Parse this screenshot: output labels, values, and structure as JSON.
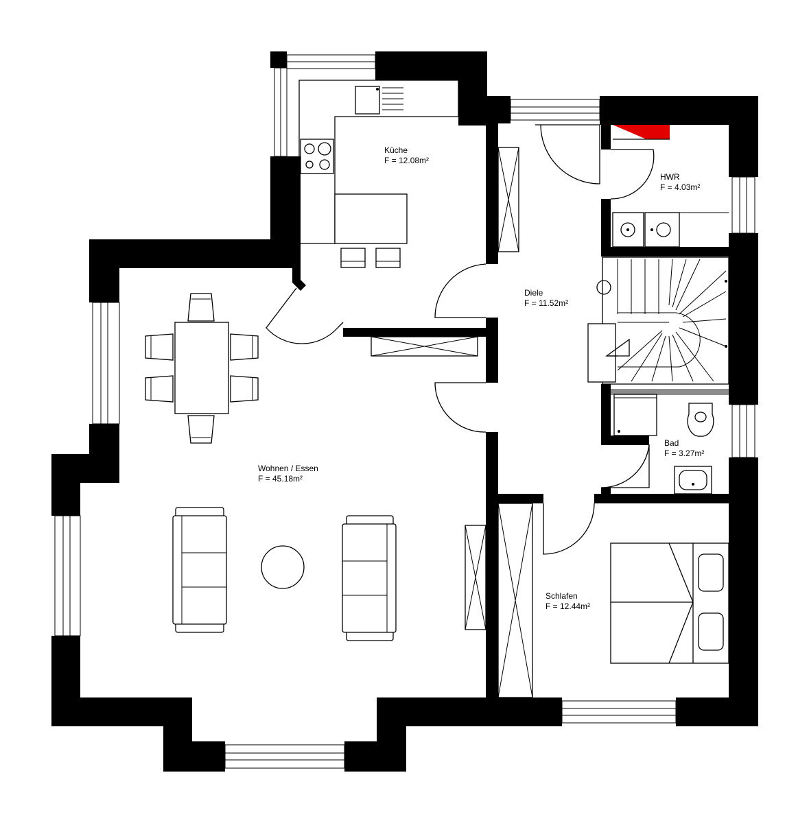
{
  "rooms": {
    "kueche": {
      "name": "Küche",
      "area": "F = 12.08m²"
    },
    "hwr": {
      "name": "HWR",
      "area": "F = 4.03m²"
    },
    "diele": {
      "name": "Diele",
      "area": "F = 11.52m²"
    },
    "wohnen": {
      "name": "Wohnen / Essen",
      "area": "F = 45.18m²"
    },
    "bad": {
      "name": "Bad",
      "area": "F = 3.27m²"
    },
    "schlafen": {
      "name": "Schlafen",
      "area": "F = 12.44m²"
    }
  },
  "colors": {
    "wall": "#000000",
    "background": "#ffffff",
    "hwr_marker": "#e30000",
    "bath_divider": "#8c8c8c"
  }
}
